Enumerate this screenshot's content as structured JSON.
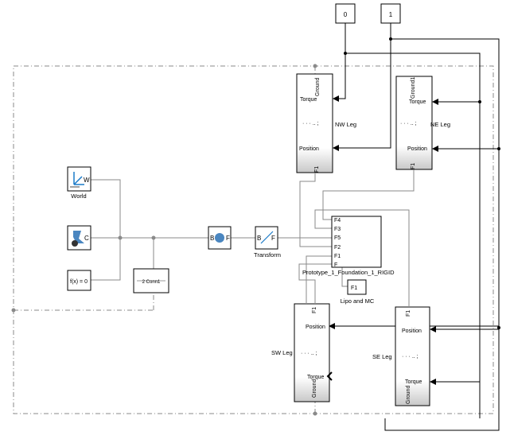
{
  "constants": {
    "c0": "0",
    "c1": "1"
  },
  "legs": {
    "nw": {
      "label": "NW Leg",
      "ground": "Ground",
      "torque": "Torque",
      "position": "Position",
      "frame": "F1"
    },
    "ne": {
      "label": "NE Leg",
      "ground": "Ground1",
      "torque": "Torque",
      "position": "Position",
      "frame": "F1"
    },
    "sw": {
      "label": "SW Leg",
      "ground": "Ground",
      "torque": "Torque",
      "position": "Position",
      "frame": "F1"
    },
    "se": {
      "label": "SE Leg",
      "ground": "Ground",
      "torque": "Torque",
      "position": "Position",
      "frame": "F1"
    }
  },
  "blocks": {
    "world": {
      "label": "World",
      "port": "W"
    },
    "solver": {
      "port": "C"
    },
    "fx": {
      "text": "f(x) = 0"
    },
    "conn": {
      "label": "2 Conn1"
    },
    "joint": {
      "port_b": "B",
      "port_f": "F"
    },
    "transform": {
      "label": "Transform",
      "port_b": "B",
      "port_f": "F"
    },
    "foundation": {
      "label": "Prototype_1_Foundation_1_RIGID",
      "ports": [
        "F4",
        "F3",
        "F5",
        "F2",
        "F1",
        "F"
      ]
    },
    "lipo": {
      "label": "Lipo and MC",
      "port": "F1"
    }
  },
  "colors": {
    "connection": "#8a8a8a",
    "signal": "#000000",
    "subsystem_gradient_bottom": "#c8c8c8"
  }
}
